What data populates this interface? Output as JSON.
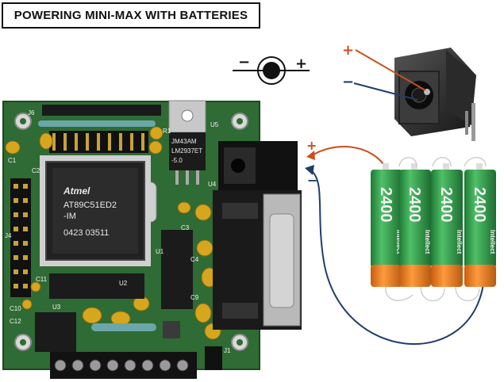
{
  "title": "POWERING MINI-MAX WITH BATTERIES",
  "polarity_symbol": {
    "minus": "−",
    "plus": "+"
  },
  "dc_jack": {
    "plus": "+",
    "minus": "−"
  },
  "board_input": {
    "plus": "+",
    "minus": "−"
  },
  "mcu_chip": {
    "brand": "Atmel",
    "model": "AT89C51ED2",
    "suffix": "-IM",
    "code": "0423 03511"
  },
  "regulator": {
    "line1": "JM43AM",
    "line2": "LM2937ET",
    "line3": "-5.0"
  },
  "silkscreen": [
    "C1",
    "C2",
    "J6",
    "U5",
    "U4",
    "R1",
    "C10",
    "C11",
    "C12",
    "U3",
    "U2",
    "J4",
    "U1",
    "C3",
    "C4",
    "C9",
    "J1"
  ],
  "batteries": {
    "capacity": "2400",
    "brand": "Intellect",
    "count": 4
  },
  "colors": {
    "pcb": "#2f6b34",
    "battery_body": "#2e9a45",
    "battery_cap": "#ee7a1c",
    "plus_wire": "#c8501e",
    "minus_wire": "#1f3d6b"
  }
}
